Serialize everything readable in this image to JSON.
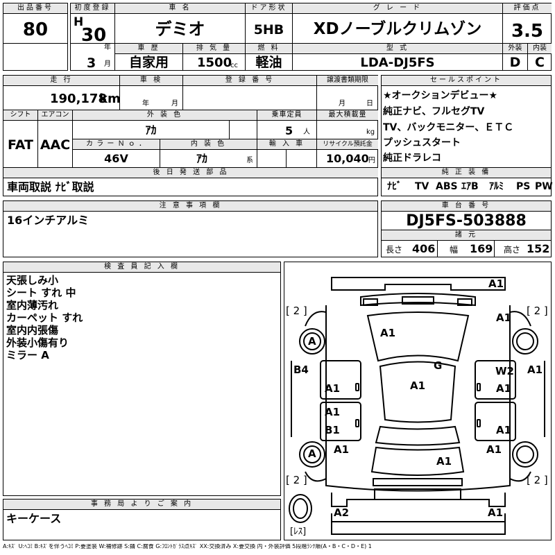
{
  "header": {
    "lot_label": "出品番号",
    "lot_no": "80",
    "first_reg_label": "初度登録",
    "era": "H",
    "year": "30",
    "year_unit": "年",
    "month": "3",
    "month_unit": "月",
    "car_name_label": "車 名",
    "car_name": "デミオ",
    "door_label": "ドア形状",
    "door": "5HB",
    "grade_label": "グ レ ー ド",
    "grade": "XDノーブルクリムゾン",
    "score_label": "評価点",
    "score": "3.5",
    "history_label": "車 歴",
    "history": "自家用",
    "displacement_label": "排 気 量",
    "displacement": "1500",
    "displacement_unit": "cc",
    "fuel_label": "燃 料",
    "fuel": "軽油",
    "model_label": "型 式",
    "model": "LDA-DJ5FS",
    "ext_grade_label": "外装",
    "ext_grade": "D",
    "int_grade_label": "内装",
    "int_grade": "C"
  },
  "middle": {
    "mileage_label": "走 行",
    "mileage": "190,178",
    "mileage_unit": "km",
    "inspection_label": "車 検",
    "inspection_year": "年",
    "inspection_month": "月",
    "reg_no_label": "登 録 番 号",
    "transfer_label": "譲渡書類期限",
    "transfer_month": "月",
    "transfer_day": "日",
    "shift_label": "シフト",
    "shift": "FAT",
    "ac_label": "エアコン",
    "ac": "AAC",
    "ext_color_label": "外 装 色",
    "ext_color": "ｱｶ",
    "capacity_label": "乗車定員",
    "capacity": "5",
    "capacity_unit": "人",
    "load_label": "最大積載量",
    "load_unit": "kg",
    "color_no_label": "カ ラ ー Ｎ ｏ ．",
    "color_no": "46V",
    "int_color_label": "内 装 色",
    "int_color": "ｱｶ",
    "int_color_unit": "系",
    "import_label": "輸 入 車",
    "recycle_label": "リサイクル預託金",
    "recycle": "10,040",
    "recycle_unit": "円",
    "later_label": "後 日 発 送 部 品",
    "later": "車両取説 ﾅﾋﾞ取説"
  },
  "sales_points": {
    "label": "セールスポイント",
    "items": [
      "★オークションデビュー★",
      "純正ナビ、フルセグTV",
      "TV、バックモニター、ＥＴＣ",
      "プッシュスタート",
      "純正ドラレコ"
    ]
  },
  "equipment": {
    "label": "純 正 装 備",
    "items": [
      "ﾅﾋﾞ",
      "TV",
      "ABS",
      "ｴｱB",
      "ｱﾙﾐ",
      "PS",
      "PW"
    ]
  },
  "notes": {
    "label": "注 意 事 項 欄",
    "text": "16インチアルミ"
  },
  "chassis": {
    "label": "車 台 番 号",
    "number": "DJ5FS-503888",
    "spec_label": "諸 元",
    "length_label": "長さ",
    "length": "406",
    "width_label": "幅",
    "width": "169",
    "height_label": "高さ",
    "height": "152"
  },
  "inspector": {
    "label": "検 査 員 記 入 欄",
    "lines": [
      "天張しみ小",
      "シート すれ 中",
      "室内薄汚れ",
      "カーペット すれ",
      "室内内張傷",
      "外装小傷有り",
      "ミラー A"
    ]
  },
  "diagram": {
    "marks": [
      {
        "id": "roof-front-right",
        "text": "A1"
      },
      {
        "id": "bracket-fl",
        "text": "[ 2 ]"
      },
      {
        "id": "bracket-fr",
        "text": "[ 2 ]"
      },
      {
        "id": "hood",
        "text": "A1"
      },
      {
        "id": "fender-right-top",
        "text": "A1"
      },
      {
        "id": "wheel-fl",
        "text": "A"
      },
      {
        "id": "front-left-side",
        "text": "B4"
      },
      {
        "id": "windshield",
        "text": "G"
      },
      {
        "id": "door-right-w2",
        "text": "W2"
      },
      {
        "id": "right-edge",
        "text": "A1"
      },
      {
        "id": "door-left-front",
        "text": "A1"
      },
      {
        "id": "roof",
        "text": "A1"
      },
      {
        "id": "door-right-front",
        "text": "A1"
      },
      {
        "id": "door-left-rear",
        "text": "A1"
      },
      {
        "id": "door-left-rear-b1",
        "text": "B1"
      },
      {
        "id": "door-right-rear",
        "text": "A1"
      },
      {
        "id": "wheel-rl",
        "text": "A"
      },
      {
        "id": "rear-left-qtr",
        "text": "A1"
      },
      {
        "id": "rear-right-qtr",
        "text": "A1"
      },
      {
        "id": "trunk",
        "text": "A1"
      },
      {
        "id": "bracket-rl",
        "text": "[ 2 ]"
      },
      {
        "id": "bracket-rr",
        "text": "[ 2 ]"
      },
      {
        "id": "rear-bumper-left",
        "text": "A2"
      },
      {
        "id": "rear-bumper-right",
        "text": "A1"
      },
      {
        "id": "spare-label",
        "text": "[ﾚｽ]"
      }
    ]
  },
  "office": {
    "label": "事 務 局 よ り ご 案 内",
    "text": "キーケース"
  },
  "legend": {
    "text": "A:ｷｽﾞ U:ﾍｺﾐ B:ｷｽﾞを伴うﾍｺﾐ P:要塗装 W:補修跡 S:錆 C:腐食 G:ﾌﾛﾝﾄｶﾞﾗｽ点ｷｽﾞ XX:交換済み X:要交換 内・外装評価 5段階ﾗﾝｸ順(A・B・C・D・E) 1"
  }
}
